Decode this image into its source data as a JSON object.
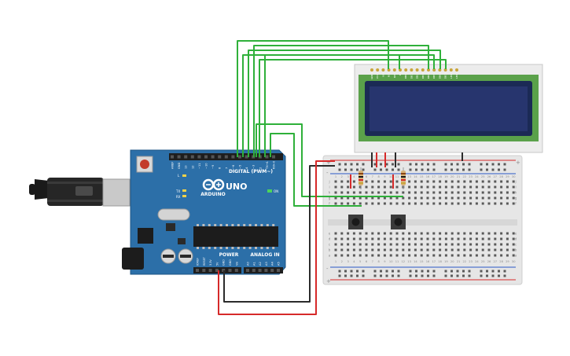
{
  "arduino": {
    "brand": "ARDUINO",
    "model": "UNO",
    "digital_label": "DIGITAL (PWM~)",
    "power_label": "POWER",
    "analog_label": "ANALOG IN",
    "on_label": "ON",
    "tx_label": "TX",
    "rx_label": "RX",
    "l_label": "L",
    "digital_pins": [
      "AREF",
      "GND",
      "13",
      "12",
      "~11",
      "~10",
      "~9",
      "8",
      "7",
      "~6",
      "~5",
      "4",
      "~3",
      "2",
      "TX→1",
      "RX←0"
    ],
    "power_pins": [
      "IOREF",
      "RESET",
      "3.3V",
      "5V",
      "GND",
      "GND",
      "Vin"
    ],
    "analog_pins": [
      "A0",
      "A1",
      "A2",
      "A3",
      "A4",
      "A5"
    ]
  },
  "lcd": {
    "pins": [
      "GND",
      "VCC",
      "V0",
      "RS",
      "RW",
      "E",
      "DB0",
      "DB1",
      "DB2",
      "DB3",
      "DB4",
      "DB5",
      "DB6",
      "DB7",
      "LED",
      "LED"
    ]
  },
  "breadboard": {
    "rows": [
      "j",
      "i",
      "h",
      "g",
      "f",
      "e",
      "d",
      "c",
      "b",
      "a"
    ],
    "column_numbers": [
      "1",
      "2",
      "3",
      "4",
      "5",
      "6",
      "7",
      "8",
      "9",
      "10",
      "11",
      "12",
      "13",
      "14",
      "15",
      "16",
      "17",
      "18",
      "19",
      "20",
      "21",
      "22",
      "23",
      "24",
      "25",
      "26",
      "27",
      "28",
      "29",
      "30"
    ],
    "rail_plus": "+",
    "rail_minus": "-"
  },
  "colors": {
    "board": "#2c6fa8",
    "board_dark": "#1d5484",
    "wire_green": "#2fb03a",
    "wire_red": "#d62a2a",
    "wire_black": "#2b2b2b",
    "lcd_body": "#5aa14a",
    "lcd_screen": "#27356e"
  }
}
